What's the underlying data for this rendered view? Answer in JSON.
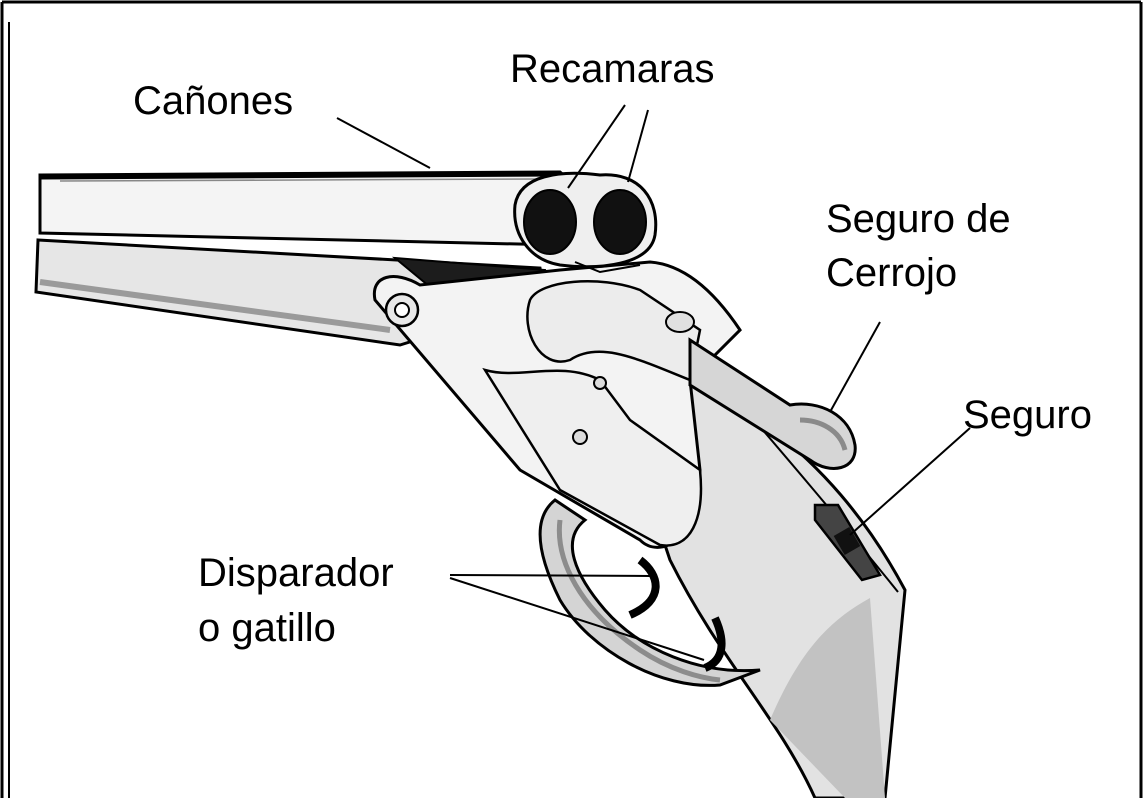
{
  "labels": {
    "barrels": "Cañones",
    "chambers": "Recamaras",
    "bolt_safety_line1": "Seguro de",
    "bolt_safety_line2": "Cerrojo",
    "safety": "Seguro",
    "trigger_line1": "Disparador",
    "trigger_line2": "o gatillo"
  },
  "colors": {
    "outline": "#000000",
    "metal_light": "#f2f2f2",
    "metal_mid": "#d9d9d9",
    "wood": "#e0e0e0",
    "wood_shade": "#c4c4c4",
    "dark": "#1a1a1a",
    "frame_line": "#000000"
  }
}
